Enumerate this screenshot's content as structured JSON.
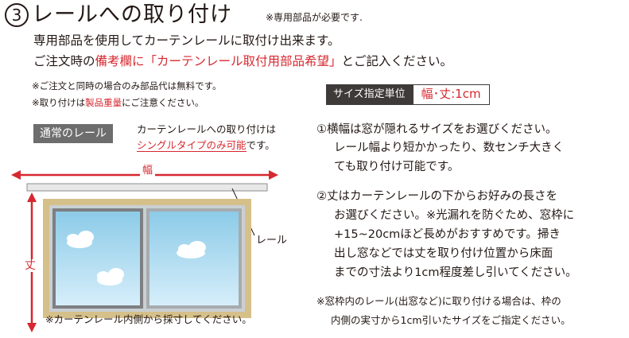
{
  "title": {
    "number": "3",
    "text": "レールへの取り付け",
    "note": "※専用部品が必要です."
  },
  "intro": {
    "line1": "専用部品を使用してカーテンレールに取付け出来ます。",
    "line2_pre": "ご注文時の",
    "line2_red": "備考欄に「カーテンレール取付用部品希望」",
    "line2_post": "とご記入ください。"
  },
  "notes": {
    "line1": "※ご注文と同時の場合のみ部品代は無料です。",
    "line2_pre": "※取り付けは",
    "line2_red": "製品重量",
    "line2_post": "にご注意ください。"
  },
  "size_unit": {
    "label": "サイズ指定単位",
    "value": "幅･丈:1cm"
  },
  "normal_rail": {
    "badge": "通常のレール",
    "note_line1": "カーテンレールへの取り付けは",
    "note_line2_red": "シングルタイプのみ可能",
    "note_line2_post": "です。"
  },
  "diagram": {
    "width_label": "幅",
    "length_label": "丈",
    "rail_label": "レール",
    "measure_note": "※カーテンレール内側から採寸してください。",
    "colors": {
      "arrow": "#d7282f",
      "frame": "#d5c08a",
      "rail": "#e8e8e8",
      "sky": "#a9d8ef",
      "sash": "#c9cfd3"
    }
  },
  "instructions": {
    "item1": [
      "①横幅は窓が隠れるサイズをお選びください。",
      "レール幅より短かかったり、数センチ大きく",
      "ても取り付け可能です。"
    ],
    "item2": [
      "②丈はカーテンレールの下からお好みの長さを",
      "お選びください。※光漏れを防ぐため、窓枠に",
      "+15~20cmほど長めがおすすめです。掃き",
      "出し窓などでは丈を取り付け位置から床面",
      "までの寸法より1cm程度差し引いてください。"
    ],
    "item3": [
      "※窓枠内のレール(出窓など)に取り付ける場合は、枠の",
      "内側の実寸から1cm引いたサイズをご指定ください。"
    ]
  }
}
